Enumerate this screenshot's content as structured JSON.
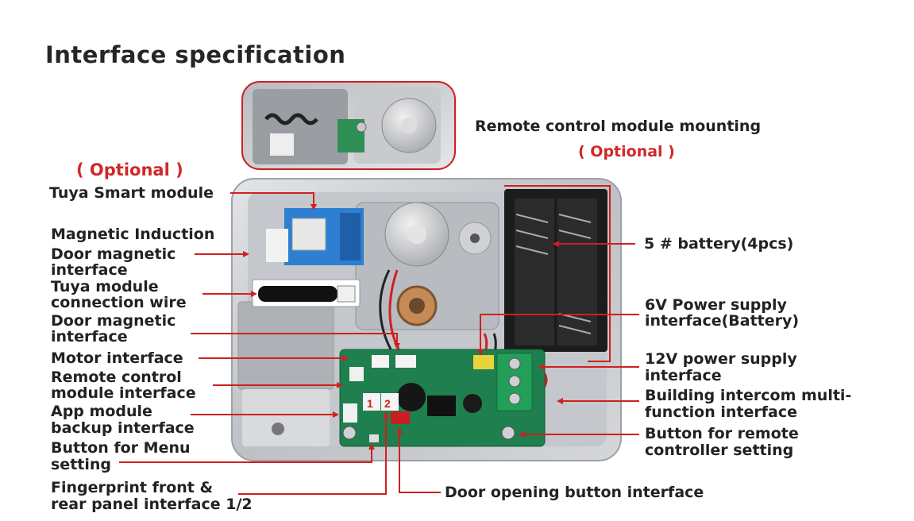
{
  "title": "Interface specification",
  "remote_mount": {
    "label": "Remote control module mounting",
    "optional": "( Optional )"
  },
  "tuya": {
    "optional": "( Optional )",
    "label": "Tuya Smart module"
  },
  "left_labels": {
    "magnetic_induction": "Magnetic Induction",
    "door_magnetic_1_line1": "Door magnetic",
    "door_magnetic_1_line2": "interface",
    "tuya_wire_line1": "Tuya module",
    "tuya_wire_line2": "connection wire",
    "door_magnetic_2_line1": "Door magnetic",
    "door_magnetic_2_line2": "interface",
    "motor": "Motor interface",
    "remote_module_line1": "Remote control",
    "remote_module_line2": "module interface",
    "app_module_line1": "App module",
    "app_module_line2": "backup interface",
    "menu_button_line1": "Button for Menu",
    "menu_button_line2": "setting",
    "fingerprint_line1": "Fingerprint front &",
    "fingerprint_line2": "rear panel interface 1/2"
  },
  "right_labels": {
    "battery": "5 # battery(4pcs)",
    "power6v_line1": "6V Power supply",
    "power6v_line2": "interface(Battery)",
    "power12v_line1": "12V power supply",
    "power12v_line2": "interface",
    "intercom_line1": "Building intercom multi-",
    "intercom_line2": "function interface",
    "remote_button_line1": "Button for remote",
    "remote_button_line2": "controller setting"
  },
  "bottom_label": "Door opening button interface",
  "board_marks": {
    "port1": "1",
    "port2": "2"
  },
  "colors": {
    "leader": "#d01f1f",
    "optional": "#d02828",
    "text": "#222222",
    "board": "#1f7f4e",
    "case": "#cfd1d4"
  }
}
